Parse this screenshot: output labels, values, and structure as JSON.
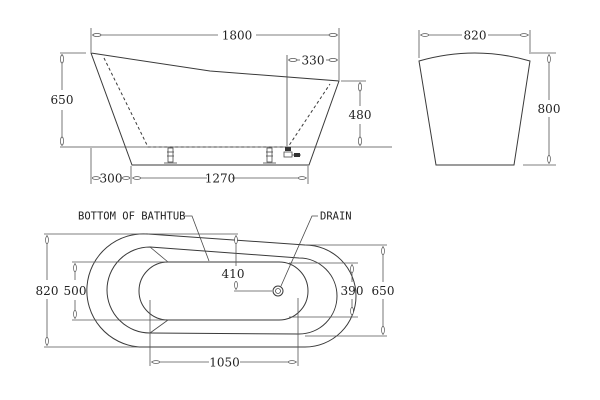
{
  "drawing": {
    "colors": {
      "line": "#3a3a3a",
      "background": "#ffffff",
      "text": "#222222"
    },
    "side_view": {
      "dimensions": {
        "overall_length": "1800",
        "headrest_offset": "330",
        "high_end_height": "650",
        "low_end_height": "480",
        "left_overhang": "300",
        "base_length": "1270"
      }
    },
    "end_view": {
      "dimensions": {
        "width": "820",
        "height": "800"
      }
    },
    "top_view": {
      "labels": {
        "bottom_of_bathtub": "BOTTOM OF BATHTUB",
        "drain": "DRAIN"
      },
      "dimensions": {
        "outer_width_left": "820",
        "inner_width_left": "500",
        "drain_offset": "410",
        "inner_width_right": "390",
        "outer_width_right": "650",
        "bottom_length": "1050"
      }
    }
  }
}
